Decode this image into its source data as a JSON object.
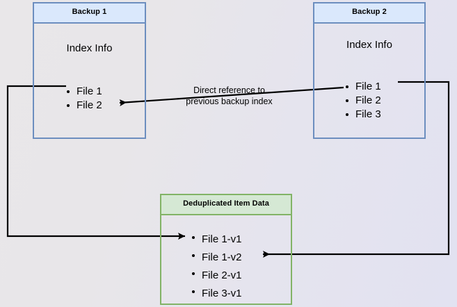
{
  "diagram": {
    "title_hidden": "",
    "colors": {
      "blue_border": "#6c8ebf",
      "blue_fill": "#dae8fc",
      "green_border": "#82b366",
      "green_fill": "#d5e8d4",
      "arrow": "#000000",
      "background_left": "#e9e7e9",
      "background_right": "#e2e2f1"
    },
    "boxes": {
      "backup1": {
        "header": "Backup 1",
        "section_title": "Index Info",
        "items": [
          "File 1",
          "File 2"
        ]
      },
      "backup2": {
        "header": "Backup 2",
        "section_title": "Index Info",
        "items": [
          "File 1",
          "File 2",
          "File 3"
        ]
      },
      "dedup": {
        "header": "Deduplicated Item Data",
        "items": [
          "File 1-v1",
          "File 1-v2",
          "File 2-v1",
          "File 3-v1"
        ]
      }
    },
    "labels": {
      "direct_reference_line1": "Direct reference to",
      "direct_reference_line2": "previous backup index"
    }
  }
}
